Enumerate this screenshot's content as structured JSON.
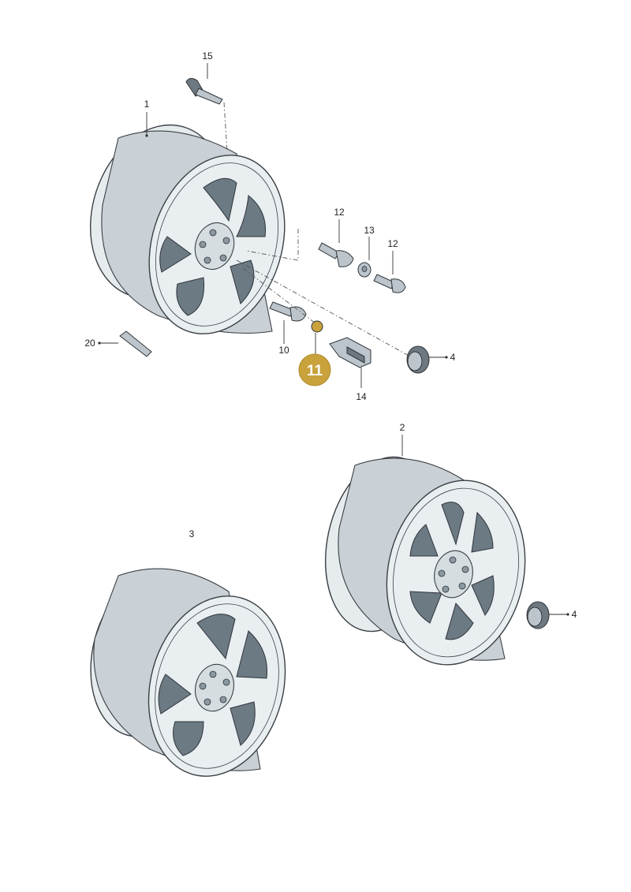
{
  "callouts": {
    "c1": "1",
    "c2": "2",
    "c3": "3",
    "c4a": "4",
    "c4b": "4",
    "c10": "10",
    "c11": "11",
    "c12a": "12",
    "c12b": "12",
    "c13": "13",
    "c14": "14",
    "c15": "15",
    "c20": "20"
  },
  "highlight": {
    "label": "11",
    "color": "#c9a23c"
  }
}
